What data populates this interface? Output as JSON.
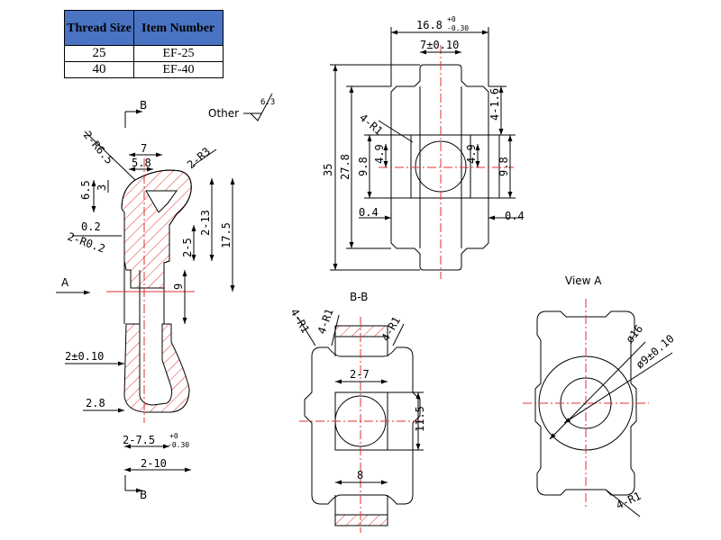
{
  "table": {
    "header_size": "Thread Size",
    "header_item": "Item Number",
    "rows": [
      {
        "size": "25",
        "item": "EF-25"
      },
      {
        "size": "40",
        "item": "EF-40"
      }
    ]
  },
  "roughness": {
    "other_label": "Other",
    "value": "6.3"
  },
  "section_view": {
    "cut_label_top": "B",
    "cut_label_bottom": "B",
    "arrow_label": "A",
    "dims": {
      "r65": "2-R6.5",
      "w7": "7",
      "w58": "5.8",
      "r3": "2-R3",
      "h65": "6.5",
      "h3": "3",
      "t02": "0.2",
      "r02": "2-R0.2",
      "h213": "2-13",
      "h175": "17.5",
      "h25": "2-5",
      "h9": "9",
      "w2": "2±0.10",
      "w28": "2.8",
      "w275": "2-7.5",
      "tol_up": "+0",
      "tol_dn": "-0.30",
      "w210": "2-10"
    }
  },
  "front_view": {
    "dims": {
      "w168": "16.8",
      "tol_up": "+0",
      "tol_dn": "-0.30",
      "w7": "7±0.10",
      "r1": "4-R1",
      "h16": "4-1.6",
      "h35": "35",
      "h278": "27.8",
      "h98a": "9.8",
      "h49a": "4.9",
      "h49b": "4.9",
      "h98b": "9.8",
      "t04a": "0.4",
      "t04b": "0.4"
    }
  },
  "bb_view": {
    "title": "B-B",
    "dims": {
      "r1a": "4-R1",
      "r1b": "4-R1",
      "r1c": "4-R1",
      "w27": "2-7",
      "h115": "11.5",
      "w8": "8"
    }
  },
  "view_a": {
    "title": "View A",
    "dims": {
      "d16": "ø16",
      "d9": "ø9±0.10",
      "r1": "4-R1"
    }
  }
}
